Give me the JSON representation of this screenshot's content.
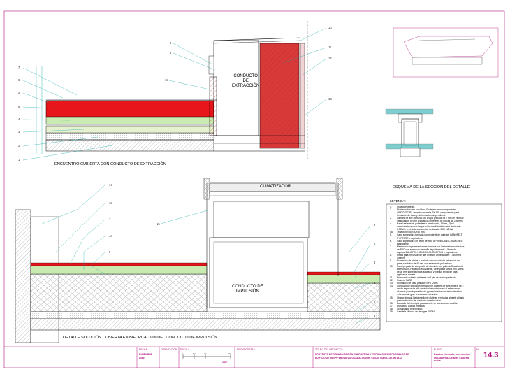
{
  "titles": {
    "top_detail": "ENCUENTRO CUBIERTA CON CONDUCTO DE EXTRACCIÓN",
    "bottom_detail": "DETALLE SOLUCIÓN CUBIERTA EN BIFURCACIÓN DEL CONDUCTO DE IMPULSIÓN",
    "section_scheme": "ESQUEMA DE LA SECCIÓN DEL DETALLE"
  },
  "labels": {
    "extraction_duct": "CONDUCTO\nDE\nEXTRACCIÓN",
    "impulsion_duct": "CONDUCTO DE\nIMPULSIÓN",
    "air_conditioner": "CLIMATIZADOR"
  },
  "top_left_numbers": [
    "7",
    "6",
    "2",
    "5",
    "4",
    "3",
    "2",
    "1"
  ],
  "top_middle_numbers": [
    "9",
    "8",
    "13"
  ],
  "top_right_numbers": [
    "10",
    "11",
    "12",
    "13"
  ],
  "bottom_left_numbers": [
    "14",
    "13",
    "2",
    "4a",
    "5",
    "15"
  ],
  "bottom_right_numbers": [
    "2",
    "5",
    "4",
    "3",
    "2",
    "1"
  ],
  "legend": {
    "heading": "LEYENDA:",
    "items": [
      {
        "n": "1.",
        "text": "Forjado existente."
      },
      {
        "n": "2.",
        "text": "Mortero reforzado con fibras Ecotecnic monocomponente"
      },
      {
        "n": "",
        "text": "ARIDOTEC R3 armado con malla PX 160 o equivalente para"
      },
      {
        "n": "",
        "text": "formación de base y de formación de pendiente."
      },
      {
        "n": "3.",
        "text": "Cámara de aire formada con chapa grecada de 7 mm de espesor"
      },
      {
        "n": "",
        "text": "(descuelgue 50 mm y distancia entre ejes de grecas de 228 mm)"
      },
      {
        "n": "4.",
        "text": "Panel aislante de poliestireno extruionado, 80mm, Tipo/i-"
      },
      {
        "n": "",
        "text": "mecanizadamente el soporte/Conductividad térmica declarada:"
      },
      {
        "n": "",
        "text": "0,36W/m·k; resistencia térmica declarada: 2,20 m2K/W"
      },
      {
        "n": "4a.",
        "text": "Tripa panel: 80×40×40 mm."
      },
      {
        "n": "5.",
        "text": "Capa separadora formada por geotextil de poliester DANOFELT"
      },
      {
        "n": "",
        "text": "PY PTOSR o equivalente."
      },
      {
        "n": "6.",
        "text": "Capa separadora de fieltro de fibra de vidrio DANSCRAM 106 o"
      },
      {
        "n": "",
        "text": "equivalente."
      },
      {
        "n": "7.",
        "text": "Membrana impermeabilizante formada por láminas termoplásticas"
      },
      {
        "n": "",
        "text": "de PVC con armadura de malla de poliester de 1,5 mm de"
      },
      {
        "n": "",
        "text": "espesor DANOPOL HS 1,5 COOL ROOFING o equivalente."
      },
      {
        "n": "8.",
        "text": "Rejilla para impulsión de aire exterior. Dimensiones: 1750mm x"
      },
      {
        "n": "",
        "text": "400mm."
      },
      {
        "n": "9.",
        "text": "Formación de hierba y cubierta de conducto de extracción con"
      },
      {
        "n": "",
        "text": "panel sandwich de 40 mm con aislante de poliuretano."
      },
      {
        "n": "10.",
        "text": "Panel pegado de composite de aluminio con gabinite Blackbond,"
      },
      {
        "n": "",
        "text": "exterior DTB Pegado o equivalente, de espesor total 4 mm, vuelo"
      },
      {
        "n": "",
        "text": "de 30 mm sobre fachada acabado, y pliegue en borde para"
      },
      {
        "n": "",
        "text": "rigidizar el remate."
      },
      {
        "n": "11.",
        "text": "Fábrica de cubierta existente de 1 pie de ladrillo perforado."
      },
      {
        "n": "12.",
        "text": "Sistema SATE."
      },
      {
        "n": "13.",
        "text": "Formación de junta placa de EPS (2cm)"
      },
      {
        "n": "14.",
        "text": "Conducto de impulsión formado por paneles de lana mineral de 4"
      },
      {
        "n": "",
        "text": "cm de espesor de alta densidad recubiertos en el exterior con"
      },
      {
        "n": "",
        "text": "aluminio gofrado plastificado y por el interior con tejido de vidrio"
      },
      {
        "n": "",
        "text": "reforzado de gran resistencia mecánica."
      },
      {
        "n": "15.",
        "text": "Chapa plegada fijada mediante platinas remitadas al pretil y fijado"
      },
      {
        "n": "",
        "text": "para protección del conducto de extracción."
      },
      {
        "n": "16.",
        "text": "Bancada de hormigón para soporte de la estructura auxiliar."
      },
      {
        "n": "17.",
        "text": "Estructura auxiliar metálica."
      },
      {
        "n": "18.",
        "text": "Climatizador evaporativo."
      },
      {
        "n": "19.",
        "text": "Cazoleta sifónica de desagüe EPDM"
      }
    ]
  },
  "title_block": {
    "fecha_label": "FECHA",
    "fecha_value": "DICIEMBRE\n2019",
    "orientation_label": "ORIENTACIÓN",
    "escala_label": "ESCALA",
    "escala_ticks": [
      "0",
      "1m",
      "2m",
      "4m"
    ],
    "escala_value": "1/25",
    "proyectistas_label": "PROYECTISTAS",
    "titulo_label": "TÍTULO DEL PROYECTO",
    "titulo_value": "PROYECTO DE REHABILITACIÓN ENERGÉTICA Y REPARACIONES PARCIALES DE\nEDIFICIO DE 28 VPP EN NUEVO GUADALQUIVIR, CASAS (SEVILLA). 50/1972",
    "plano_label": "PLANO",
    "plano_value": "Estado reformado. Intervención\nen Cubiertas. Detalles Cubierta\nactiva",
    "n_label": "Nº",
    "n_value": "14.3"
  },
  "colors": {
    "frame": "#b0127a",
    "leader": "#16a7a8",
    "membrane_red": "#e8161b",
    "insulation_green": "#c9eab0",
    "brick_red": "#d83a3a",
    "drawing": "#000000"
  }
}
